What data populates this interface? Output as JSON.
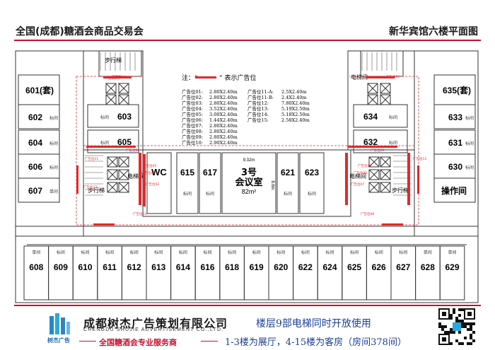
{
  "header": {
    "left_title": "全国(成都)糖酒会商品交易会",
    "right_title": "新华宾馆六楼平面图"
  },
  "legend": {
    "note_prefix": "注：“",
    "note_suffix": "” 表示广告位",
    "ad_color": "#e8262b",
    "ads_left": [
      {
        "label": "广告位01:",
        "size": "2.80X2.40m"
      },
      {
        "label": "广告位02:",
        "size": "2.80X2.40m"
      },
      {
        "label": "广告位03:",
        "size": "2.80X2.40m"
      },
      {
        "label": "广告位04:",
        "size": "3.52X2.40m"
      },
      {
        "label": "广告位05:",
        "size": "3.00X2.40m"
      },
      {
        "label": "广告位06:",
        "size": "1.44X2.40m"
      },
      {
        "label": "广告位07:",
        "size": "2.80X2.40m"
      },
      {
        "label": "广告位08:",
        "size": "2.80X2.40m"
      },
      {
        "label": "广告位09:",
        "size": "2.80X2.40m"
      },
      {
        "label": "广告位10:",
        "size": "2.90X2.40m"
      }
    ],
    "ads_right": [
      {
        "label": "广告位11-A:",
        "size": "2.5X2.40m"
      },
      {
        "label": "广告位11-B:",
        "size": "2.4X2.40m"
      },
      {
        "label": "广告位12:",
        "size": "7.80X2.40m"
      },
      {
        "label": "广告位13:",
        "size": "5.19X2.50m"
      },
      {
        "label": "广告位14:",
        "size": "5.18X2.50m"
      },
      {
        "label": "广告位15:",
        "size": "2.58X2.40m"
      }
    ]
  },
  "plan": {
    "left_wing_rooms": [
      {
        "number": "601(套)",
        "tag": ""
      },
      {
        "number": "602",
        "tag": "标间"
      },
      {
        "number": "604",
        "tag": "标间"
      },
      {
        "number": "606",
        "tag": "标间"
      },
      {
        "number": "607",
        "tag": "单间"
      }
    ],
    "left_inner_rooms": [
      {
        "number": "603",
        "tag": "标间"
      },
      {
        "number": "605",
        "tag": "标间"
      }
    ],
    "right_wing_rooms": [
      {
        "number": "635(套)",
        "tag": ""
      },
      {
        "number": "633",
        "tag": "标间"
      },
      {
        "number": "631",
        "tag": "标间"
      },
      {
        "number": "630",
        "tag": "标间"
      },
      {
        "number": "操作间",
        "tag": ""
      }
    ],
    "right_inner_rooms": [
      {
        "number": "634",
        "tag": "标间"
      },
      {
        "number": "632",
        "tag": "标间"
      }
    ],
    "center_rooms": [
      {
        "number": "WC",
        "tag": ""
      },
      {
        "number": "615",
        "tag": "标间"
      },
      {
        "number": "617",
        "tag": "标间"
      },
      {
        "number": "621",
        "tag": "标间"
      },
      {
        "number": "623",
        "tag": "标间"
      }
    ],
    "meeting_room": {
      "name_line1": "3号",
      "name_line2": "会议室",
      "area": "82m²",
      "width_dim": "9.32m",
      "depth_dim": "8.6m"
    },
    "bottom_rooms": [
      {
        "number": "608",
        "tag": "单间"
      },
      {
        "number": "609",
        "tag": "标间"
      },
      {
        "number": "610",
        "tag": "标间"
      },
      {
        "number": "611",
        "tag": "标间"
      },
      {
        "number": "612",
        "tag": "标间"
      },
      {
        "number": "613",
        "tag": "标间"
      },
      {
        "number": "614",
        "tag": "标间"
      },
      {
        "number": "616",
        "tag": "标间"
      },
      {
        "number": "618",
        "tag": "标间"
      },
      {
        "number": "619",
        "tag": "标间"
      },
      {
        "number": "620",
        "tag": "标间"
      },
      {
        "number": "622",
        "tag": "标间"
      },
      {
        "number": "624",
        "tag": "标间"
      },
      {
        "number": "625",
        "tag": "标间"
      },
      {
        "number": "626",
        "tag": "标间"
      },
      {
        "number": "627",
        "tag": "标间"
      },
      {
        "number": "628",
        "tag": "单间"
      },
      {
        "number": "629",
        "tag": "单间"
      }
    ],
    "labels": {
      "stairs": "步行梯",
      "elevator": "电梯间",
      "elevator_short": "电梯间"
    },
    "ad_marks": [
      "广告位14",
      "广告位13",
      "广告位01",
      "广告位02",
      "广告位03",
      "广告位04",
      "广告位05",
      "广告位06",
      "广告位07",
      "广告位08",
      "广告位09",
      "广告位10",
      "广告位11",
      "广告位12",
      "广告位15"
    ]
  },
  "footer": {
    "company_cn": "成都树杰广告策划有限公司",
    "company_en": "CHENGDU SHUJIE ADVERTISEMENT CO.,LTD.",
    "logo_text": "树杰广告",
    "slogan": "全国糖酒会专业服务商",
    "note1": "楼层9部电梯同时开放使用",
    "note2": "1-3楼为展厅，4-15楼为客房（房间378间）"
  }
}
